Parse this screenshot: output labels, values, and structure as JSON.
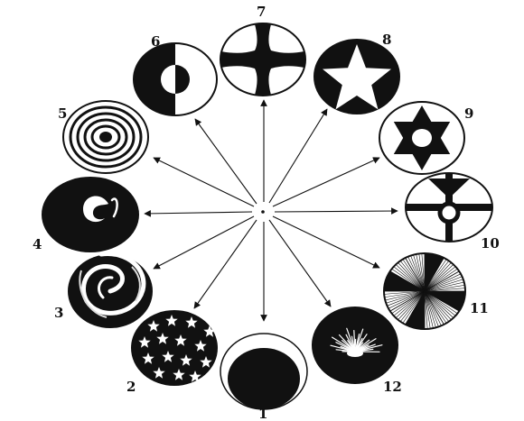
{
  "labels": [
    "1",
    "2",
    "3",
    "4",
    "5",
    "6",
    "7",
    "8",
    "9",
    "10",
    "11",
    "12"
  ],
  "colors": {
    "ink": "#111111",
    "paper": "#ffffff"
  },
  "symbols": [
    {
      "number": "1",
      "name": "eclipse-disc"
    },
    {
      "number": "2",
      "name": "stars-disc"
    },
    {
      "number": "3",
      "name": "galaxy-spiral-disc"
    },
    {
      "number": "4",
      "name": "vortex-disc"
    },
    {
      "number": "5",
      "name": "concentric-rings-disc"
    },
    {
      "number": "6",
      "name": "yin-yang-half-disc"
    },
    {
      "number": "7",
      "name": "maltese-cross-disc"
    },
    {
      "number": "8",
      "name": "five-point-star-disc"
    },
    {
      "number": "9",
      "name": "six-point-star-disc"
    },
    {
      "number": "10",
      "name": "ring-cross-disc"
    },
    {
      "number": "11",
      "name": "hatched-sectors-disc"
    },
    {
      "number": "12",
      "name": "burst-disc"
    }
  ]
}
